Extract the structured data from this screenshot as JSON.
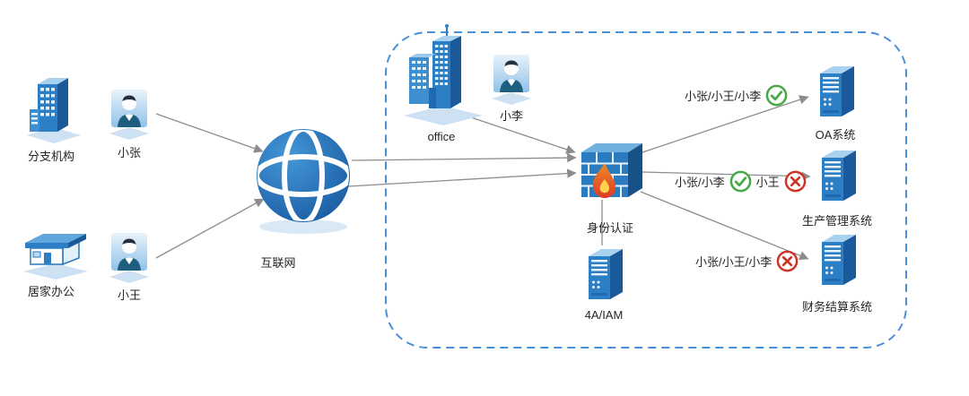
{
  "nodes": {
    "branch_office": "分支机构",
    "user_zhang": "小张",
    "home_office": "居家办公",
    "user_wang": "小王",
    "internet": "互联网",
    "office": "office",
    "user_li": "小李",
    "identity_auth": "身份认证",
    "iam": "4A/IAM"
  },
  "systems": [
    {
      "label": "OA系统",
      "access1": "小张/小王/小李",
      "access1_status": "allow"
    },
    {
      "label": "生产管理系统",
      "access1": "小张/小李",
      "access1_status": "allow",
      "access2": "小王",
      "access2_status": "deny"
    },
    {
      "label": "财务结算系统",
      "access1": "小张/小王/小李",
      "access1_status": "deny"
    }
  ],
  "colors": {
    "primary_blue": "#2C7FC4",
    "dark_blue": "#1A5A9B",
    "light_blue": "#A9D2F0",
    "base_diamond": "#CDE1F2",
    "boundary_blue": "#4A90D9",
    "allow_green": "#45A845",
    "deny_red": "#CE3426",
    "arrow_gray": "#8C8C8C",
    "flame_orange": "#E8572A"
  }
}
